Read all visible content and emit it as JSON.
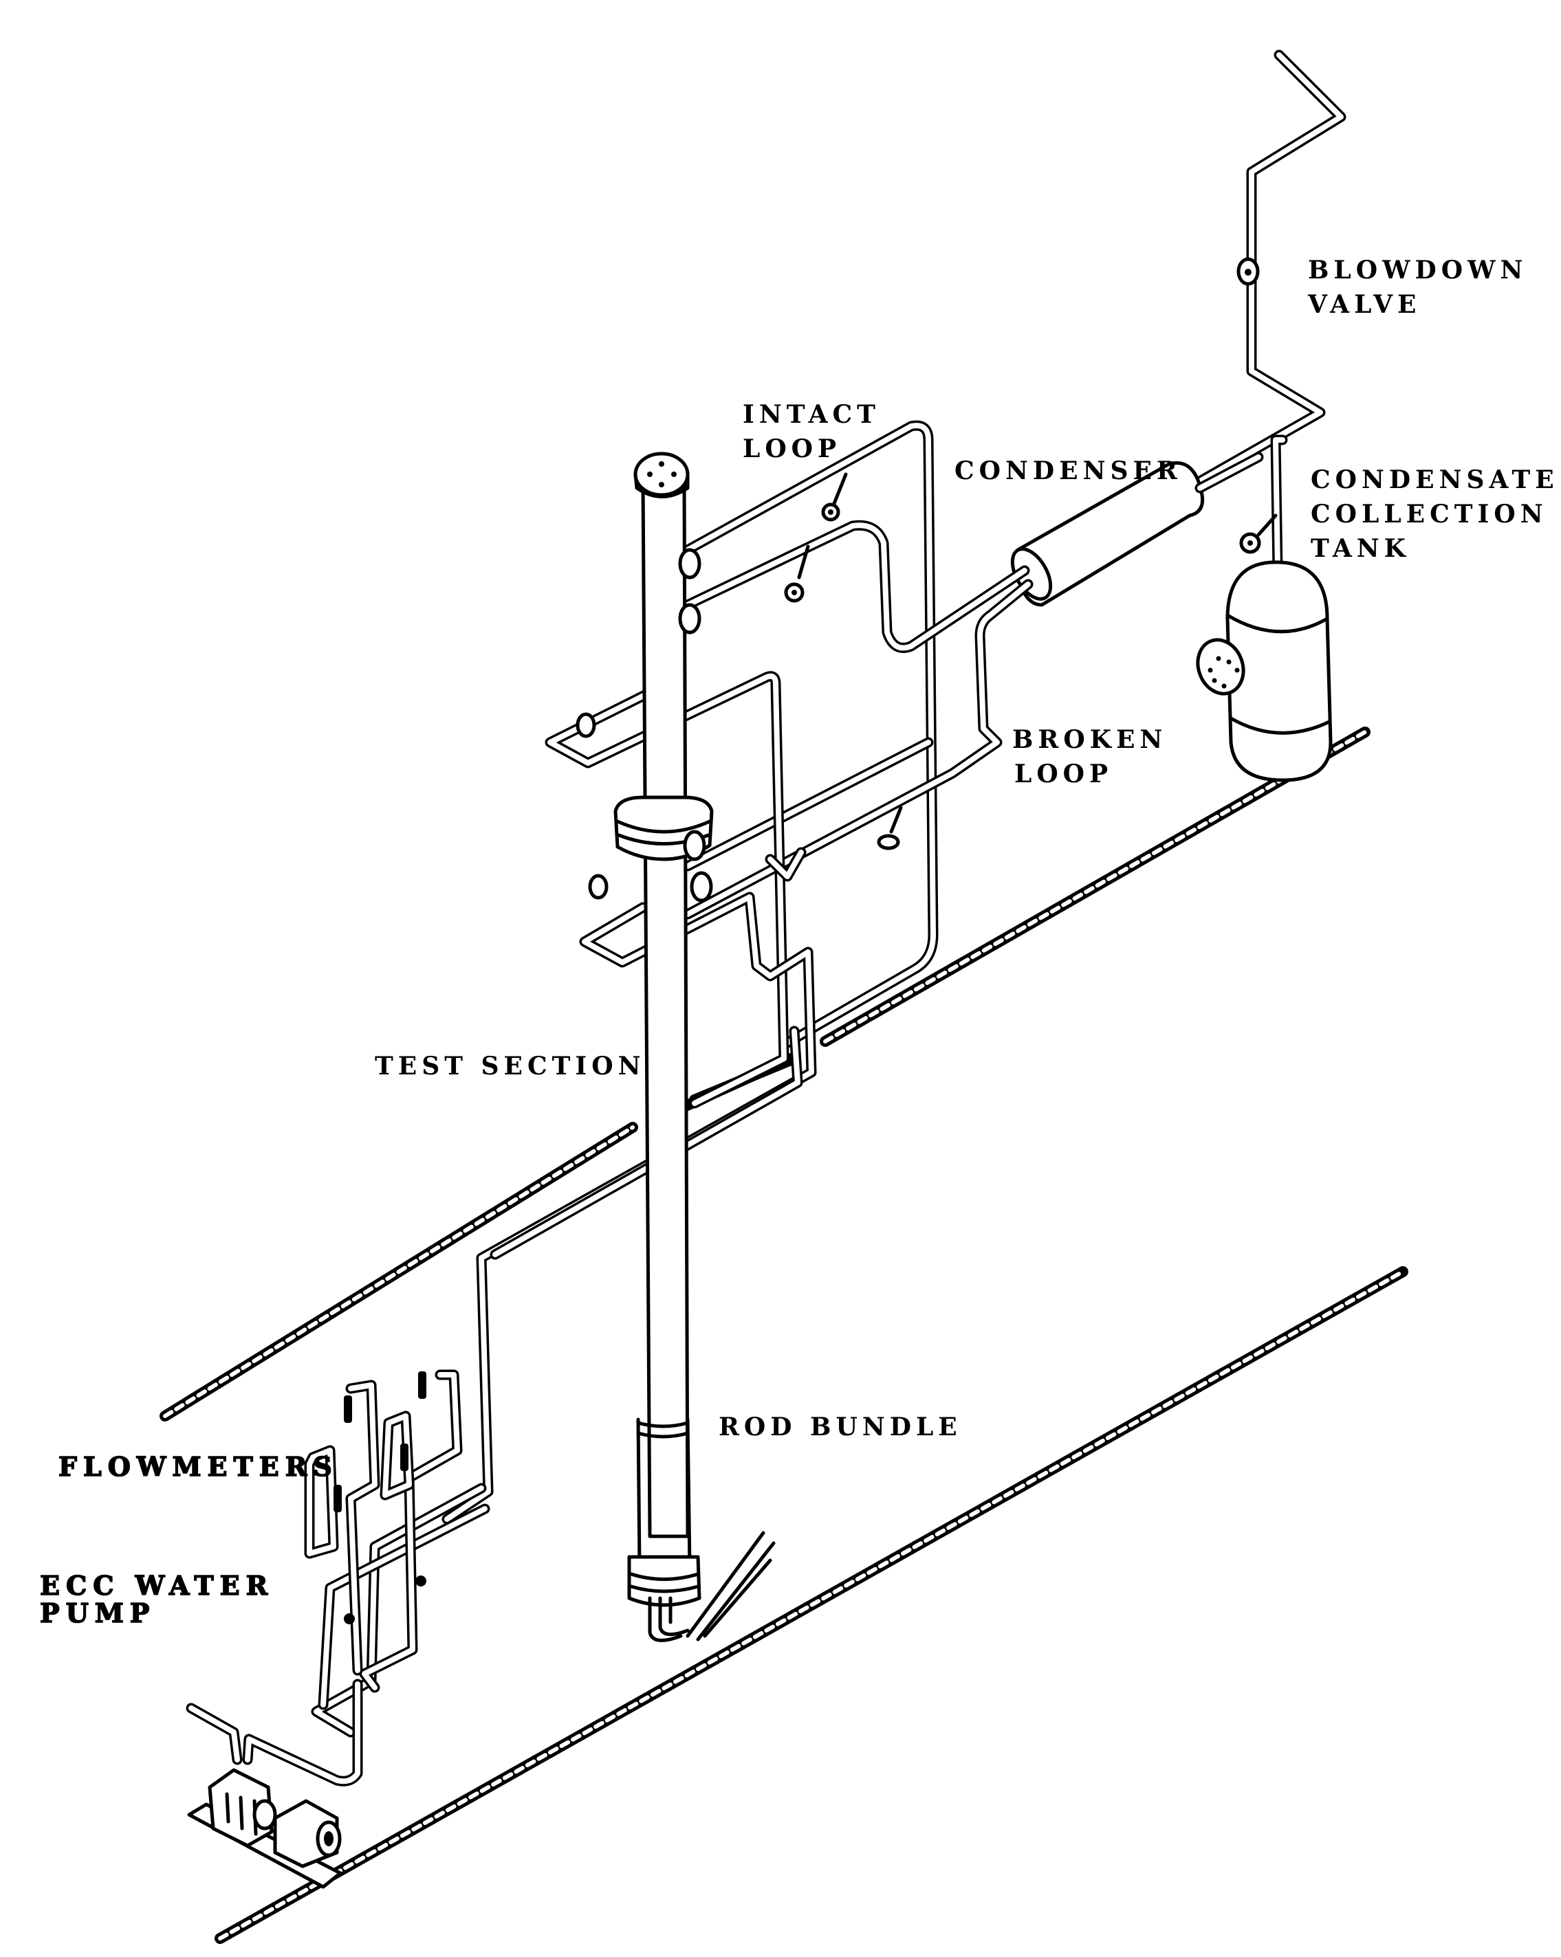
{
  "diagram": {
    "type": "isometric piping schematic",
    "labels": {
      "blowdown_valve": [
        "BLOWDOWN",
        "VALVE"
      ],
      "intact_loop": [
        "INTACT",
        "LOOP"
      ],
      "condenser": [
        "CONDENSER"
      ],
      "condensate_collection_tank": [
        "CONDENSATE",
        "COLLECTION",
        "TANK"
      ],
      "broken_loop": [
        "BROKEN",
        "LOOP"
      ],
      "test_section": [
        "TEST SECTION"
      ],
      "rod_bundle": [
        "ROD BUNDLE"
      ],
      "flowmeters": [
        "FLOWMETERS"
      ],
      "ecc_water_pump": [
        "ECC WATER",
        "PUMP"
      ]
    },
    "components": [
      {
        "id": "blowdown-valve",
        "icon": "valve-icon"
      },
      {
        "id": "intact-loop-valve",
        "icon": "valve-icon"
      },
      {
        "id": "broken-loop-valve",
        "icon": "valve-icon"
      },
      {
        "id": "condenser",
        "icon": "cylinder-vessel"
      },
      {
        "id": "condensate-collection-tank",
        "icon": "pressure-vessel"
      },
      {
        "id": "test-section",
        "icon": "vertical-column"
      },
      {
        "id": "rod-bundle",
        "icon": "heater-rod-bundle"
      },
      {
        "id": "flowmeters",
        "icon": "flowmeter-icon",
        "count": 4
      },
      {
        "id": "ecc-water-pump",
        "icon": "pump-icon"
      }
    ],
    "colors": {
      "ink": "#000000",
      "paper": "#ffffff"
    }
  }
}
